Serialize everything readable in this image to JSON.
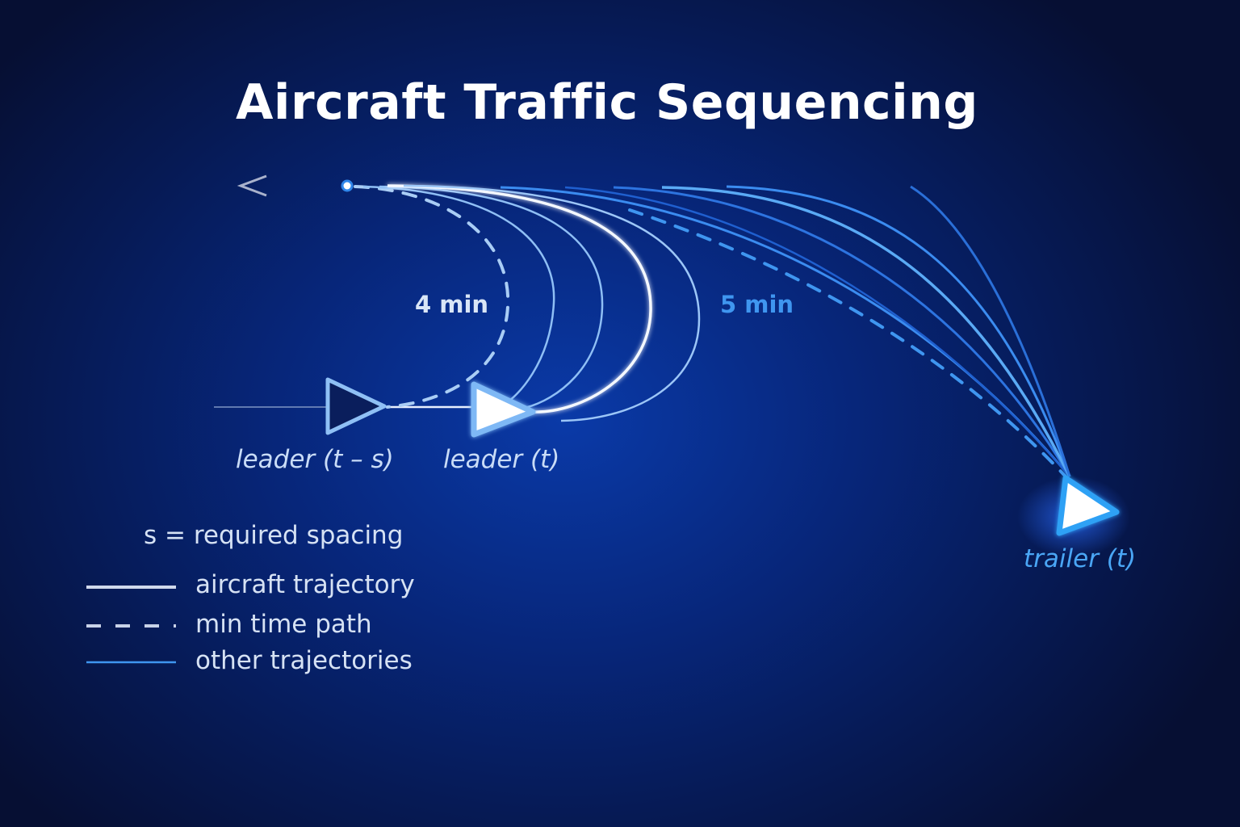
{
  "title": "Aircraft Traffic Sequencing",
  "labels": {
    "leader_prev": "leader (t – s)",
    "leader_now": "leader (t)",
    "trailer_now": "trailer (t)",
    "time_min": "4 min",
    "time_max": "5 min"
  },
  "legend": {
    "definition": "s = required spacing",
    "items": [
      {
        "style": "solid-white",
        "label": "aircraft trajectory"
      },
      {
        "style": "dashed-white",
        "label": "min time path"
      },
      {
        "style": "solid-blue",
        "label": "other trajectories"
      }
    ]
  },
  "colors": {
    "background": "#061a55",
    "white_path": "#f2f6ff",
    "light_path": "#a7cdf7",
    "blue_path": "#3b8cf0",
    "accent": "#4aa6f5"
  }
}
